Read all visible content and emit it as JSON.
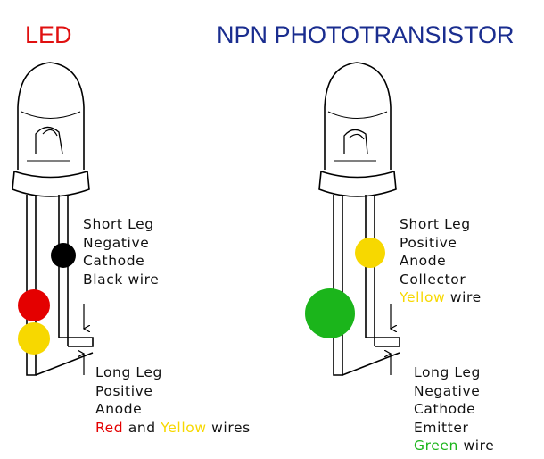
{
  "titles": {
    "left": "LED",
    "right": "NPN PHOTOTRANSISTOR"
  },
  "colors": {
    "red": "#e40000",
    "yellow": "#f7d800",
    "black": "#000000",
    "green": "#1bb51b",
    "led_title": "#e01010",
    "npn_title": "#1a2d8f"
  },
  "led": {
    "short_leg": {
      "lines": [
        "Short Leg",
        "Negative",
        "Cathode",
        "Black wire"
      ]
    },
    "long_leg": {
      "lines": [
        "Long Leg",
        "Positive",
        "Anode"
      ],
      "wires": {
        "word1": "Red",
        "and": "and",
        "word2": "Yellow",
        "suffix": "wires"
      }
    }
  },
  "npn": {
    "short_leg": {
      "lines": [
        "Short Leg",
        "Positive",
        "Anode",
        "Collector"
      ],
      "wire": {
        "word": "Yellow",
        "suffix": "wire"
      }
    },
    "long_leg": {
      "lines": [
        "Long Leg",
        "Negative",
        "Cathode",
        "Emitter"
      ],
      "wire": {
        "word": "Green",
        "suffix": "wire"
      }
    }
  }
}
